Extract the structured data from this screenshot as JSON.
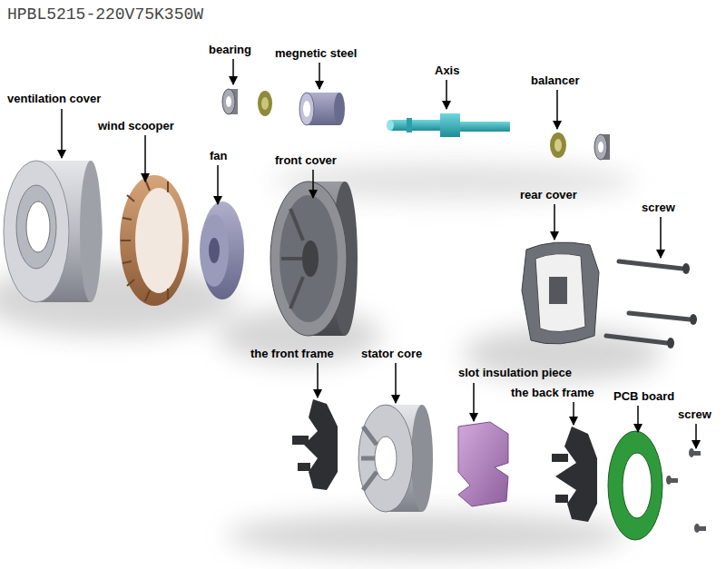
{
  "diagram": {
    "title": "HPBL5215-220V75K350W",
    "labels": [
      "bearing",
      "megnetic steel",
      "Axis",
      "balancer",
      "ventilation cover",
      "wind scooper",
      "fan",
      "front cover",
      "rear cover",
      "screw",
      "the front frame",
      "stator core",
      "slot insulation piece",
      "the back frame",
      "PCB board",
      "screw"
    ]
  }
}
